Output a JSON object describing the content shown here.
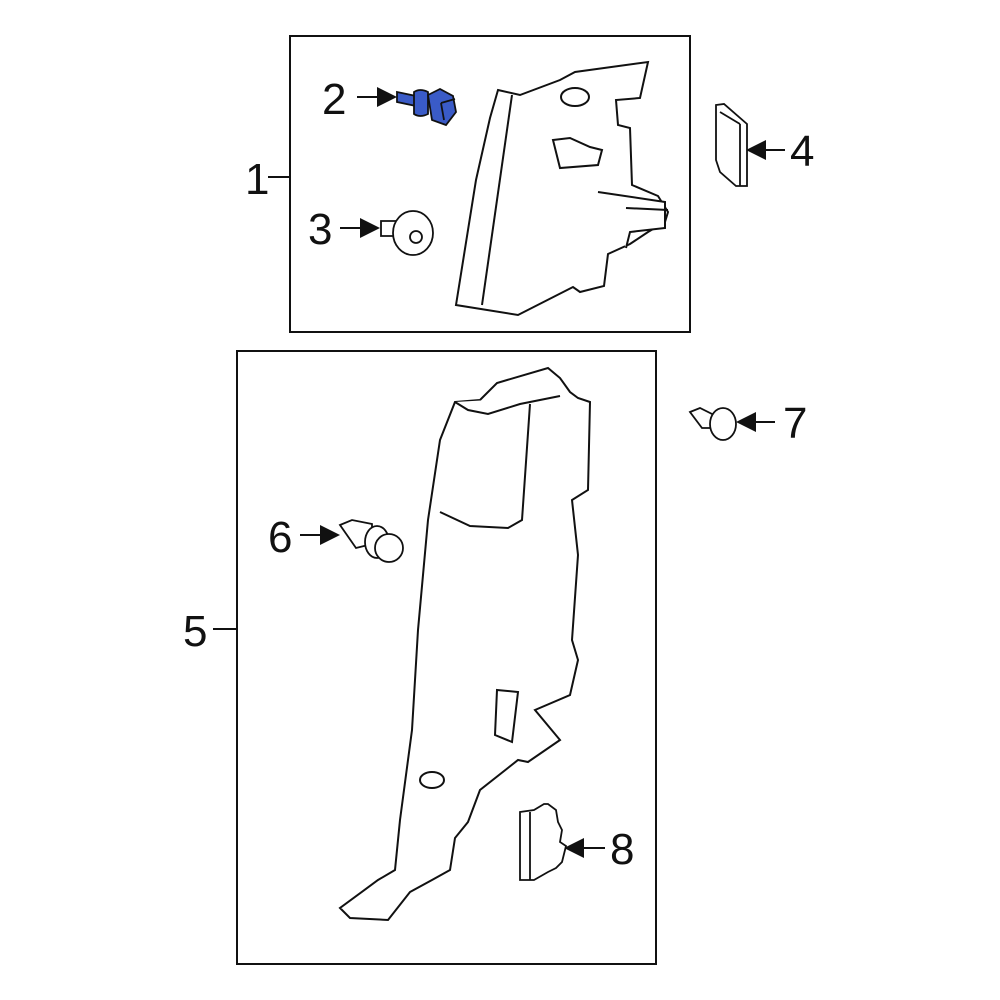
{
  "diagram": {
    "type": "exploded parts diagram",
    "highlight_color": "#3a5bc7",
    "line_color": "#111111",
    "background": "#ffffff",
    "groups": [
      {
        "id": "group-1",
        "callout": "1",
        "parts": [
          "2",
          "3"
        ],
        "description": "upper trim panel assembly"
      },
      {
        "id": "group-5",
        "callout": "5",
        "parts": [
          "6"
        ],
        "description": "lower pillar trim panel assembly"
      }
    ],
    "callouts": [
      {
        "number": "1",
        "label": "1",
        "part": "upper-trim-panel"
      },
      {
        "number": "2",
        "label": "2",
        "part": "bolt",
        "highlighted": true
      },
      {
        "number": "3",
        "label": "3",
        "part": "screw"
      },
      {
        "number": "4",
        "label": "4",
        "part": "pad"
      },
      {
        "number": "5",
        "label": "5",
        "part": "lower-trim-panel"
      },
      {
        "number": "6",
        "label": "6",
        "part": "clip"
      },
      {
        "number": "7",
        "label": "7",
        "part": "push-pin-retainer"
      },
      {
        "number": "8",
        "label": "8",
        "part": "bracket-clip"
      }
    ]
  }
}
